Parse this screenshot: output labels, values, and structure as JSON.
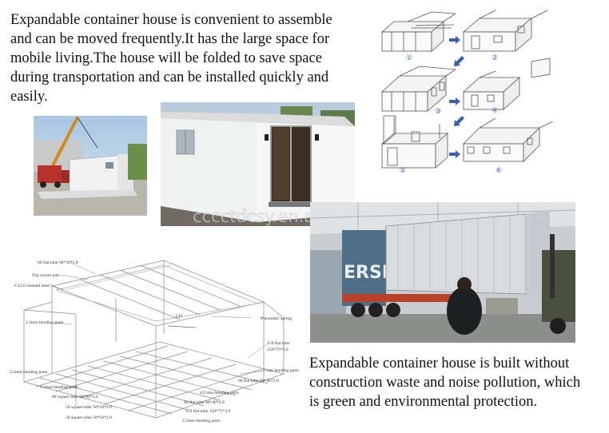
{
  "intro_text": "Expandable container house is convenient to assemble and can be moved frequently.It has the large space for mobile living.The house will  be folded to save space during transportation and can be installed quickly and easily.",
  "closing_text": "Expandable container house is built without construction waste and noise  pollution, which is green and environmental protection.",
  "watermark": "cccctdcsy.en.alibaba.com",
  "steps": [
    "①",
    "②",
    "③",
    "④",
    "⑤",
    "⑥"
  ],
  "truck_text": "ERSK",
  "frame_labels": {
    "flat_tube_60": "60 flat tube 60*30*1.8",
    "top_corner": "Top corner part",
    "channel_steel": "C12.6 channel steel",
    "bending_25_left": "2.5mm bending parts",
    "cd": "CD",
    "pneumatic": "Pneumatic spring",
    "flat_tube_150": "150 flat tube",
    "size_150": "150*75*3.0",
    "bending_25_bottom_left": "2.5mm bending parts",
    "bending_40_right": "4.0 mm bending parts",
    "bending_25_mid": "2.5mm bending parts",
    "flat_tube_80_right": "80 flat tube 80*40*2.0",
    "square_tube_80": "80 square tube 80*80*2.0",
    "bending_40_bottom": "4.0 mm bending parts",
    "square_tube_50_a": "50 square tube 50*50*2.0",
    "flat_tube_80_bottom": "80 flat tube 80*40*2.0",
    "square_tube_50_b": "50 square tube 50*50*2.0",
    "flat_tube_150_bottom": "150 flat tube 150*75*3.0",
    "bending_25_bottom": "2.5mm bending parts"
  }
}
